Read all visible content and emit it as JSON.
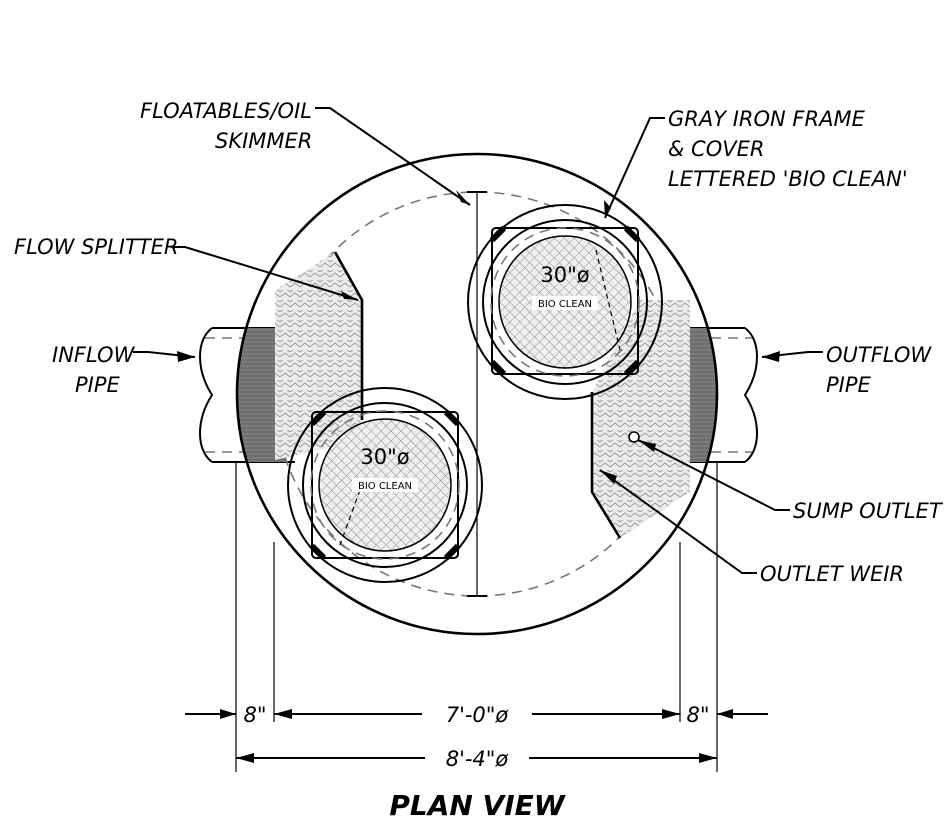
{
  "labels": {
    "floatables_line1": "FLOATABLES/OIL",
    "floatables_line2": "SKIMMER",
    "frame_line1": "GRAY IRON FRAME",
    "frame_line2": "& COVER",
    "frame_line3": "LETTERED 'BIO CLEAN'",
    "flow_splitter": "FLOW SPLITTER",
    "inflow_line1": "INFLOW",
    "inflow_line2": "PIPE",
    "outflow_line1": "OUTFLOW",
    "outflow_line2": "PIPE",
    "sump_outlet": "SUMP OUTLET",
    "outlet_weir": "OUTLET WEIR"
  },
  "covers": {
    "upper_size": "30\"ø",
    "upper_brand": "BIO CLEAN",
    "lower_size": "30\"ø",
    "lower_brand": "BIO CLEAN"
  },
  "dimensions": {
    "wall_left": "8\"",
    "inner_diameter": "7'-0\"ø",
    "wall_right": "8\"",
    "outer_diameter": "8'-4\"ø"
  },
  "title": "PLAN VIEW",
  "colors": {
    "line": "#000000",
    "hidden_line": "#777777",
    "pipe_wall_fill": "#6e6e6e",
    "hatch_fill": "#e8e8e8"
  }
}
